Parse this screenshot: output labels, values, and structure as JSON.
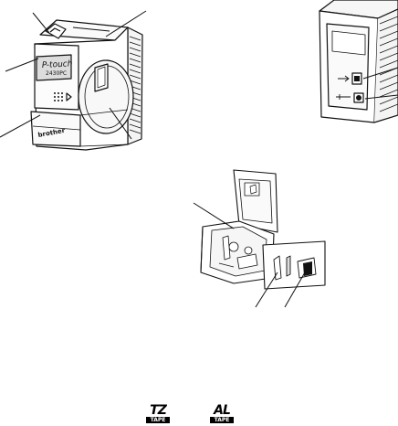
{
  "labels": {
    "model": "2430PC",
    "script": "P-touch",
    "brand": "brother"
  },
  "logos": {
    "tz": {
      "main": "TZ",
      "sub": "TAPE"
    },
    "al": {
      "main": "AL",
      "sub": "TAPE"
    }
  }
}
